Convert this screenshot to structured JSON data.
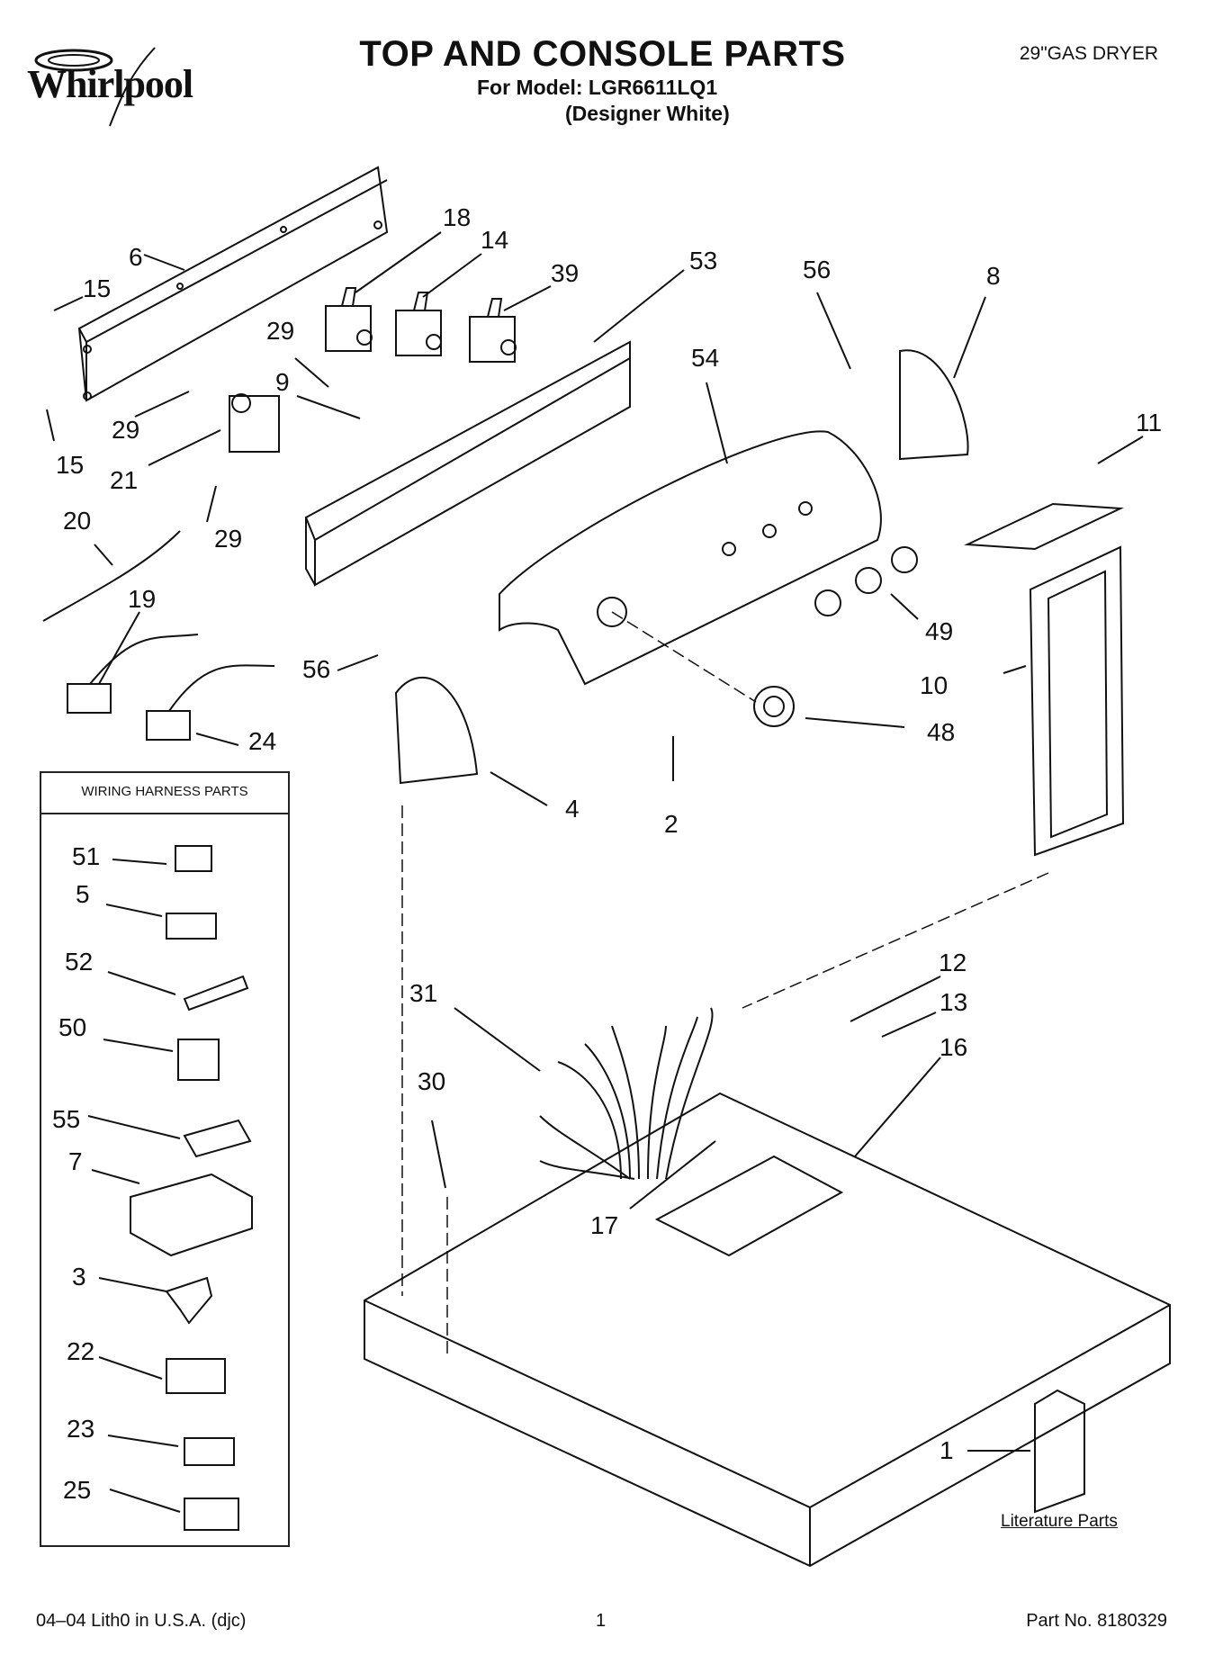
{
  "header": {
    "brand": "Whirlpool",
    "title": "TOP AND CONSOLE PARTS",
    "model_line": "For Model: LGR6611LQ1",
    "variant_line": "(Designer White)",
    "product_type": "29\"GAS DRYER"
  },
  "harness": {
    "title": "WIRING HARNESS PARTS"
  },
  "literature": {
    "label": "Literature Parts"
  },
  "footer": {
    "left": "04–04 Lith0 in U.S.A. (djc)",
    "page": "1",
    "part_number": "Part No. 8180329"
  },
  "callouts": {
    "c18": "18",
    "c14": "14",
    "c39": "39",
    "c53": "53",
    "c56a": "56",
    "c8": "8",
    "c6": "6",
    "c15a": "15",
    "c29a": "29",
    "c9": "9",
    "c54": "54",
    "c29b": "29",
    "c15b": "15",
    "c21": "21",
    "c11": "11",
    "c20": "20",
    "c29c": "29",
    "c49": "49",
    "c19": "19",
    "c10": "10",
    "c56b": "56",
    "c48": "48",
    "c24": "24",
    "c4": "4",
    "c2": "2",
    "c12": "12",
    "c31": "31",
    "c13": "13",
    "c16": "16",
    "c30": "30",
    "c17": "17",
    "c1": "1",
    "h51": "51",
    "h5": "5",
    "h52": "52",
    "h50": "50",
    "h55": "55",
    "h7": "7",
    "h3": "3",
    "h22": "22",
    "h23": "23",
    "h25": "25"
  }
}
